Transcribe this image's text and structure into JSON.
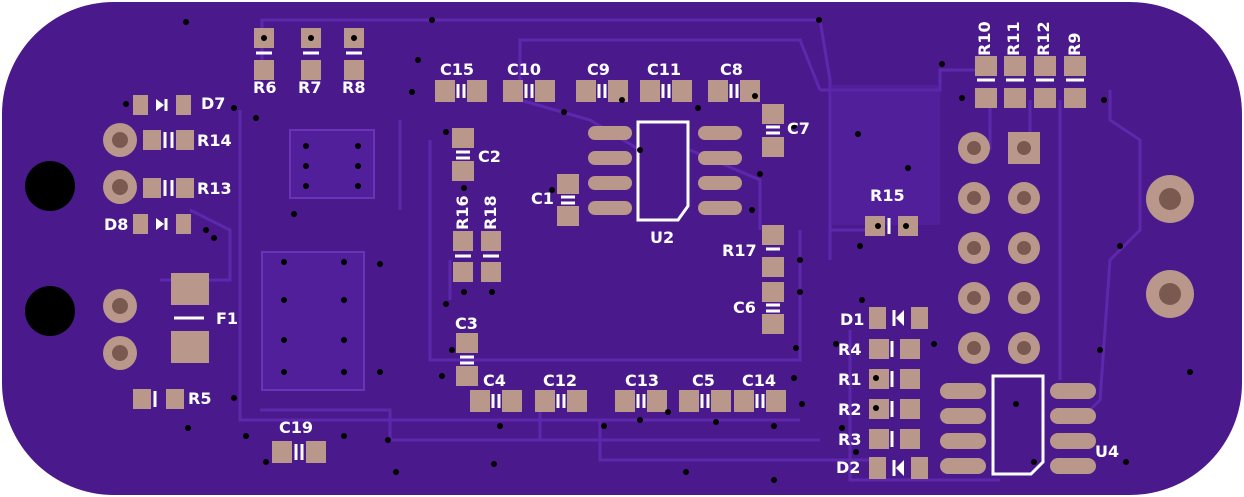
{
  "board": {
    "name": "pcb-board",
    "colors": {
      "substrate": "#4a1a8c",
      "trace": "#5b24a8",
      "pad": "#b9978a",
      "silk": "#ffffff",
      "hole": "#000000"
    }
  },
  "labels": {
    "D7": "D7",
    "R14": "R14",
    "R13": "R13",
    "D8": "D8",
    "F1": "F1",
    "R5": "R5",
    "C19": "C19",
    "R6": "R6",
    "R7": "R7",
    "R8": "R8",
    "C15": "C15",
    "C10": "C10",
    "C9": "C9",
    "C11": "C11",
    "C8": "C8",
    "C7": "C7",
    "C2": "C2",
    "C1": "C1",
    "U2": "U2",
    "R16": "R16",
    "R18": "R18",
    "R17": "R17",
    "C6": "C6",
    "C3": "C3",
    "C4": "C4",
    "C12": "C12",
    "C13": "C13",
    "C5": "C5",
    "C14": "C14",
    "R15": "R15",
    "D1": "D1",
    "R4": "R4",
    "R1": "R1",
    "R2": "R2",
    "R3": "R3",
    "D2": "D2",
    "R10": "R10",
    "R11": "R11",
    "R12": "R12",
    "R9": "R9",
    "U4": "U4"
  }
}
